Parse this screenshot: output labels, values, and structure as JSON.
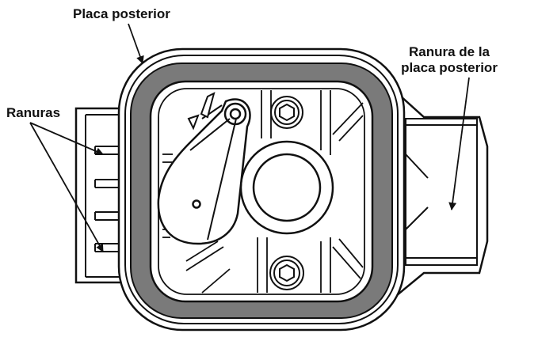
{
  "labels": {
    "back_plate": "Placa posterior",
    "slots": "Ranuras",
    "back_plate_slot_line1": "Ranura de la",
    "back_plate_slot_line2": "placa posterior"
  },
  "colors": {
    "gasket": "#7a7a7a",
    "stroke": "#111111",
    "background": "#ffffff"
  }
}
